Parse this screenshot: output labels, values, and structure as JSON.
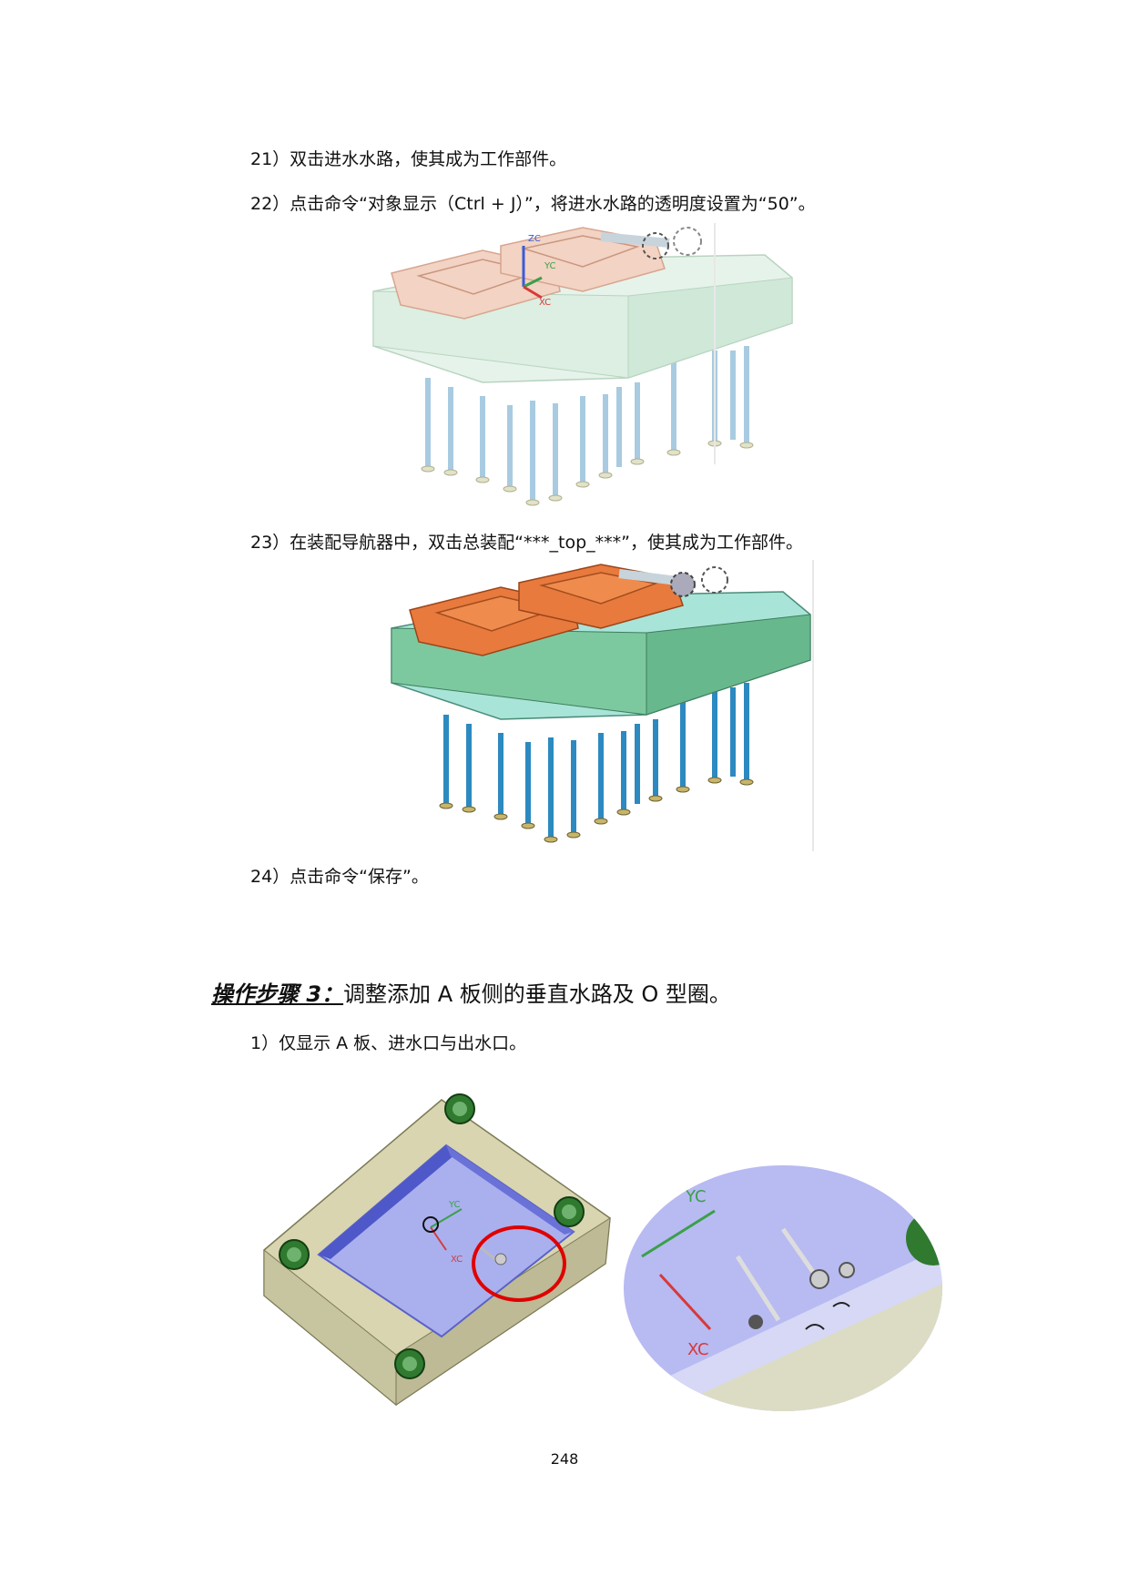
{
  "steps": {
    "s21": "21）双击进水水路，使其成为工作部件。",
    "s22": "22）点击命令“对象显示（Ctrl + J）”，将进水水路的透明度设置为“50”。",
    "s23": "23）在装配导航器中，双击总装配“***_top_***”，使其成为工作部件。",
    "s24": "24）点击命令“保存”。",
    "s1": "1）仅显示 A 板、进水口与出水口。"
  },
  "section": {
    "lead": "操作步骤 3：",
    "rest": "调整添加 A 板侧的垂直水路及 O 型圈。"
  },
  "figures": {
    "axis_zc": "ZC",
    "axis_yc": "YC",
    "axis_xc": "XC"
  },
  "page_number": "248"
}
